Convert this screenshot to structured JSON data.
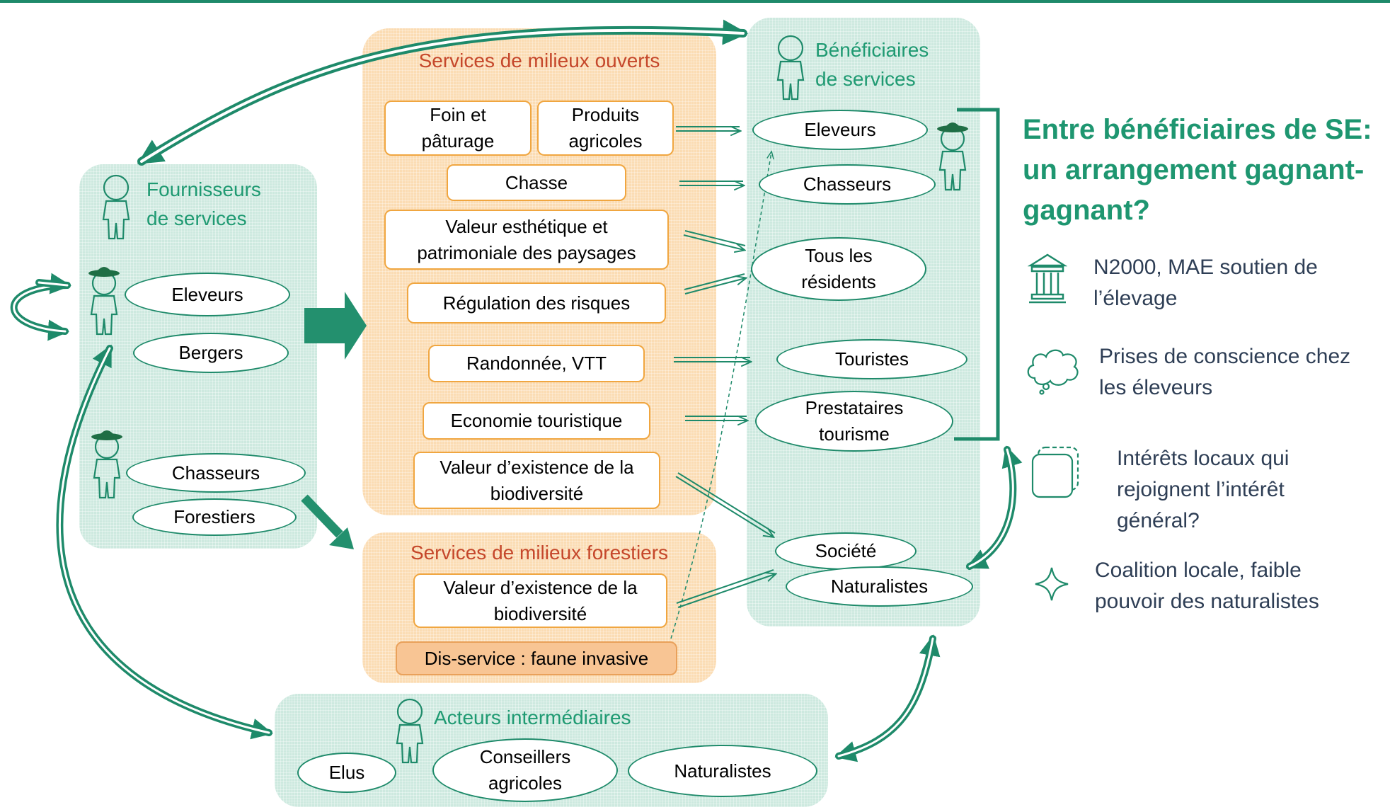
{
  "colors": {
    "green": "#1e8a6a",
    "green_text": "#1f9a72",
    "orange_border": "#f0a640",
    "orange_title": "#c5472b",
    "navy_text": "#2e3e55"
  },
  "open_services": {
    "title": "Services de milieux ouverts",
    "items": [
      "Foin et\npâturage",
      "Produits\nagricoles",
      "Chasse",
      "Valeur esthétique et\npatrimoniale des paysages",
      "Régulation des risques",
      "Randonnée, VTT",
      "Economie touristique",
      "Valeur d’existence de la\nbiodiversité"
    ]
  },
  "forest_services": {
    "title": "Services de milieux forestiers",
    "items": [
      "Valeur d’existence de la\nbiodiversité"
    ],
    "disservice": "Dis-service : faune invasive"
  },
  "providers": {
    "title": "Fournisseurs\nde services",
    "items": [
      "Eleveurs",
      "Bergers",
      "Chasseurs",
      "Forestiers"
    ]
  },
  "beneficiaries": {
    "title": "Bénéficiaires\nde services",
    "items": [
      "Eleveurs",
      "Chasseurs",
      "Tous les\nrésidents",
      "Touristes",
      "Prestataires\ntourisme",
      "Société",
      "Naturalistes"
    ]
  },
  "intermediaries": {
    "title": "Acteurs intermédiaires",
    "items": [
      "Elus",
      "Conseillers\nagricoles",
      "Naturalistes"
    ]
  },
  "side": {
    "title": "Entre bénéficiaires de SE: un arrangement gagnant-gagnant?",
    "notes": [
      {
        "icon": "institution-icon",
        "text": "N2000, MAE soutien de\nl’élevage"
      },
      {
        "icon": "thought-cloud-icon",
        "text": "Prises de conscience chez\nles éleveurs"
      },
      {
        "icon": "overlapping-squares-icon",
        "text": "Intérêts locaux qui\nrejoignent l’intérêt\ngénéral?"
      },
      {
        "icon": "star-icon",
        "text": "Coalition locale, faible\npouvoir des naturalistes"
      }
    ]
  }
}
